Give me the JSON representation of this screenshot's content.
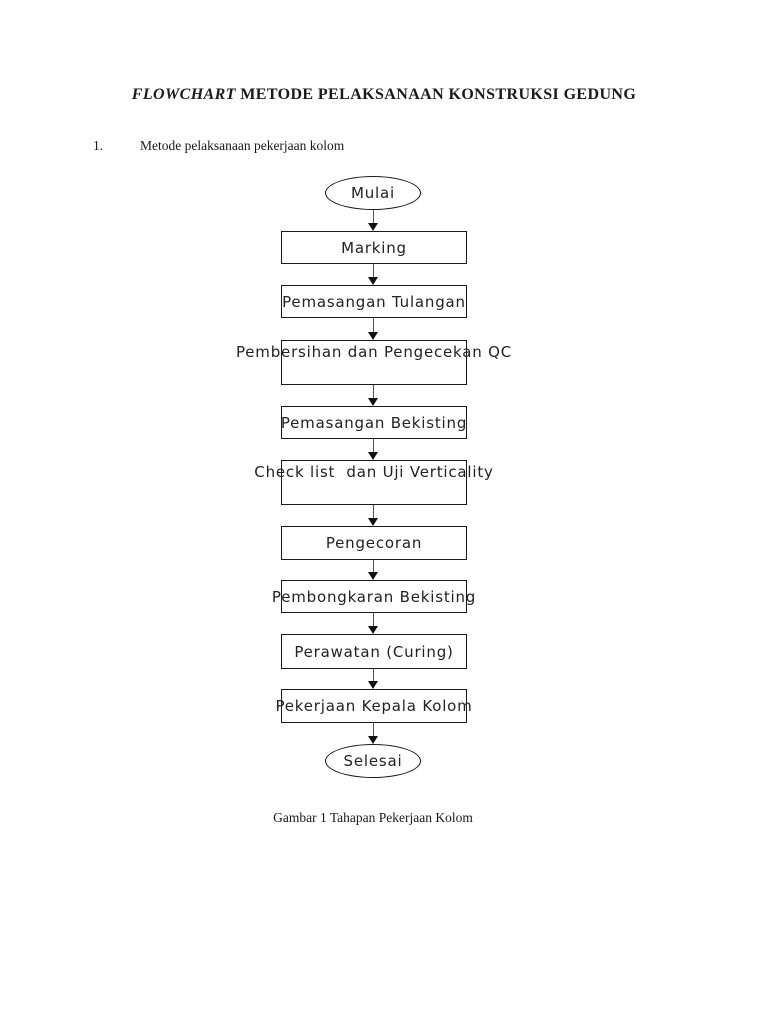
{
  "page": {
    "title": {
      "italic_part": "FLOWCHART",
      "rest": " METODE PELAKSANAAN KONSTRUKSI GEDUNG"
    },
    "section": {
      "number": "1.",
      "text": "Metode pelaksanaan pekerjaan kolom"
    },
    "caption": "Gambar 1 Tahapan Pekerjaan Kolom"
  },
  "flowchart": {
    "nodes": [
      {
        "shape": "oval",
        "label": "Mulai"
      },
      {
        "shape": "box",
        "label": "Marking"
      },
      {
        "shape": "box",
        "label": "Pemasangan Tulangan"
      },
      {
        "shape": "box",
        "label": "Pembersihan dan Pengecekan QC"
      },
      {
        "shape": "box",
        "label": "Pemasangan Bekisting"
      },
      {
        "shape": "box",
        "label": "Check list  dan Uji Verticality"
      },
      {
        "shape": "box",
        "label": "Pengecoran"
      },
      {
        "shape": "box",
        "label": "Pembongkaran Bekisting"
      },
      {
        "shape": "box",
        "label": "Perawatan (Curing)"
      },
      {
        "shape": "box",
        "label": "Pekerjaan Kepala Kolom"
      },
      {
        "shape": "oval",
        "label": "Selesai"
      }
    ],
    "connector": "arrow-down",
    "colors": {
      "stroke": "#1a1a1a",
      "fill": "#ffffff",
      "text": "#222222"
    }
  }
}
